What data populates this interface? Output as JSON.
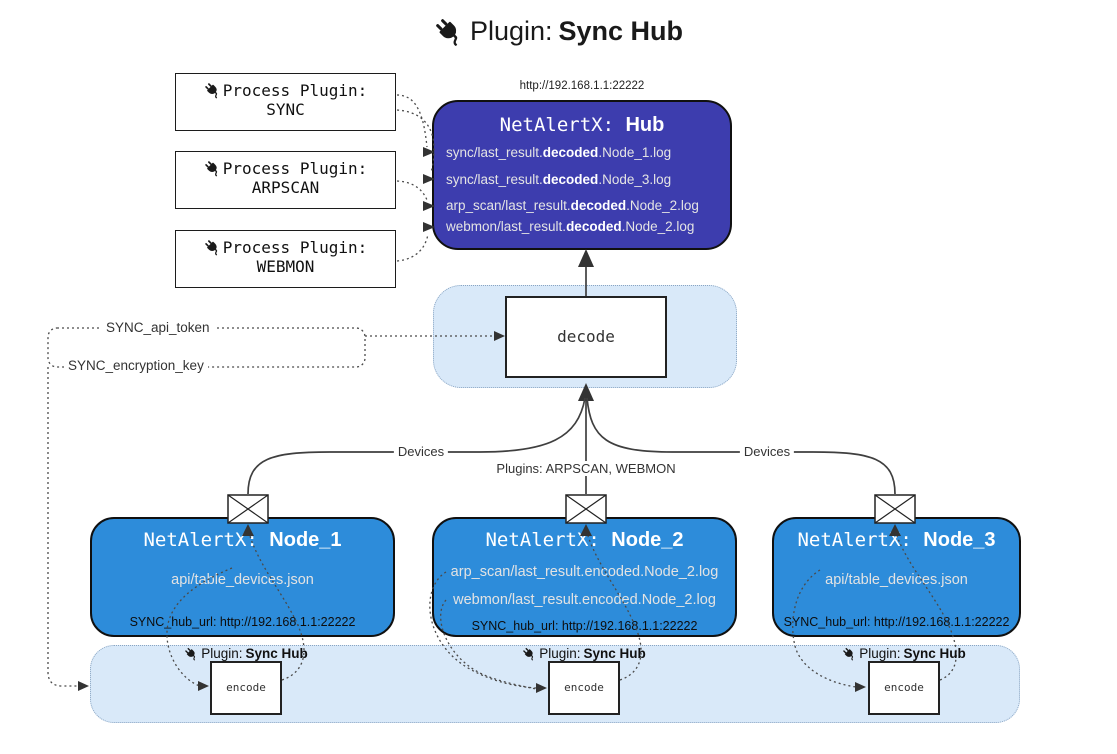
{
  "title": {
    "prefix": "Plugin: ",
    "name": "Sync Hub"
  },
  "colors": {
    "hub_fill": "#3d3dae",
    "node_fill": "#2d8cda",
    "band_fill": "#d9e9f9",
    "line": "#3f3f3f"
  },
  "process_plugins": [
    {
      "label": "Process Plugin:",
      "name": "SYNC"
    },
    {
      "label": "Process Plugin:",
      "name": "ARPSCAN"
    },
    {
      "label": "Process Plugin:",
      "name": "WEBMON"
    }
  ],
  "hub": {
    "url": "http://192.168.1.1:22222",
    "title_prefix": "NetAlertX: ",
    "title_name": "Hub",
    "log_lines": [
      {
        "pre": "sync/last_result.",
        "bold": "decoded",
        "post": ".Node_1.log"
      },
      {
        "pre": "sync/last_result.",
        "bold": "decoded",
        "post": ".Node_3.log"
      },
      {
        "pre": "arp_scan/last_result.",
        "bold": "decoded",
        "post": ".Node_2.log"
      },
      {
        "pre": "webmon/last_result.",
        "bold": "decoded",
        "post": ".Node_2.log"
      }
    ]
  },
  "decode": {
    "label": "decode"
  },
  "secrets": {
    "api_token": "SYNC_api_token",
    "encryption_key": "SYNC_encryption_key"
  },
  "edge_labels": {
    "devices_left": "Devices",
    "plugins_center": "Plugins: ARPSCAN, WEBMON",
    "devices_right": "Devices"
  },
  "nodes": [
    {
      "title_prefix": "NetAlertX: ",
      "title_name": "Node_1",
      "files": [
        "api/table_devices.json"
      ],
      "hub_url": "SYNC_hub_url: http://192.168.1.1:22222"
    },
    {
      "title_prefix": "NetAlertX: ",
      "title_name": "Node_2",
      "files": [
        "arp_scan/last_result.encoded.Node_2.log",
        "webmon/last_result.encoded.Node_2.log"
      ],
      "hub_url": "SYNC_hub_url: http://192.168.1.1:22222"
    },
    {
      "title_prefix": "NetAlertX: ",
      "title_name": "Node_3",
      "files": [
        "api/table_devices.json"
      ],
      "hub_url": "SYNC_hub_url: http://192.168.1.1:22222"
    }
  ],
  "encoders": [
    {
      "label_prefix": "Plugin: ",
      "label_name": "Sync Hub",
      "box_label": "encode"
    },
    {
      "label_prefix": "Plugin: ",
      "label_name": "Sync Hub",
      "box_label": "encode"
    },
    {
      "label_prefix": "Plugin: ",
      "label_name": "Sync Hub",
      "box_label": "encode"
    }
  ]
}
